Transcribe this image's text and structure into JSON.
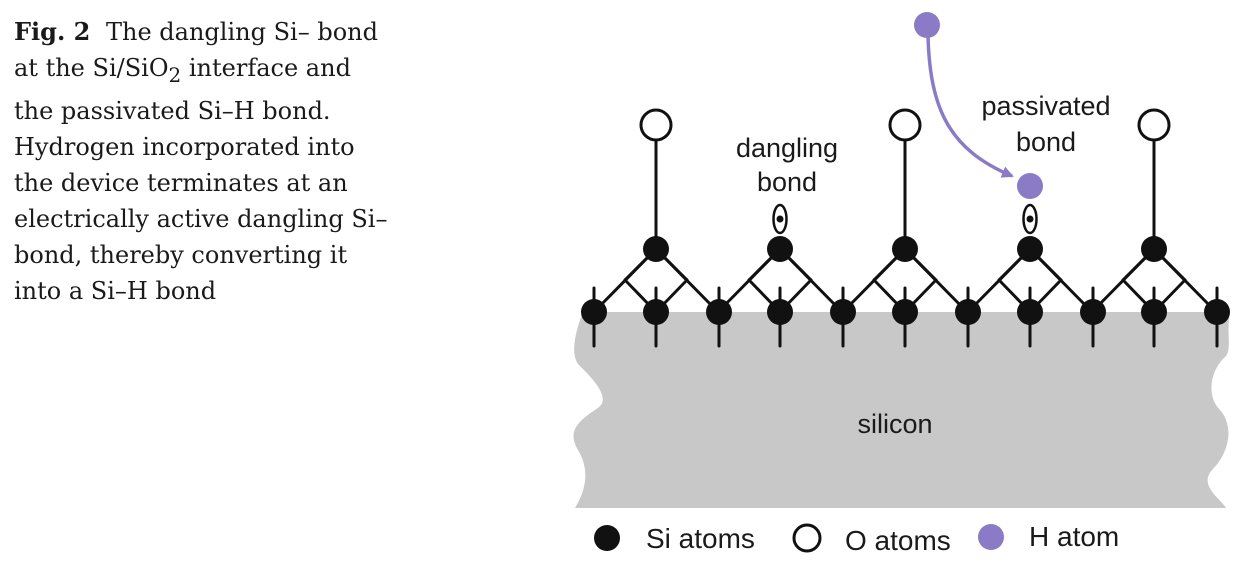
{
  "caption": {
    "label": "Fig. 2",
    "text_before_sub": "The dangling Si– bond at the Si/SiO",
    "sub": "2",
    "text_after_sub": " interface and the passivated Si–H bond. Hydrogen incorporated into the device terminates at an electrically active dangling Si– bond, thereby converting it into a Si–H bond"
  },
  "diagram": {
    "labels": {
      "dangling_line1": "dangling",
      "dangling_line2": "bond",
      "passivated_line1": "passivated",
      "passivated_line2": "bond",
      "substrate": "silicon"
    },
    "legend": {
      "si": "Si atoms",
      "o": "O atoms",
      "h": "H atom"
    },
    "colors": {
      "si_atom": "#111111",
      "o_atom": "#ffffff",
      "h_atom": "#8b7bc6",
      "substrate": "#c8c8c8",
      "arrow": "#8b7bc6"
    }
  }
}
